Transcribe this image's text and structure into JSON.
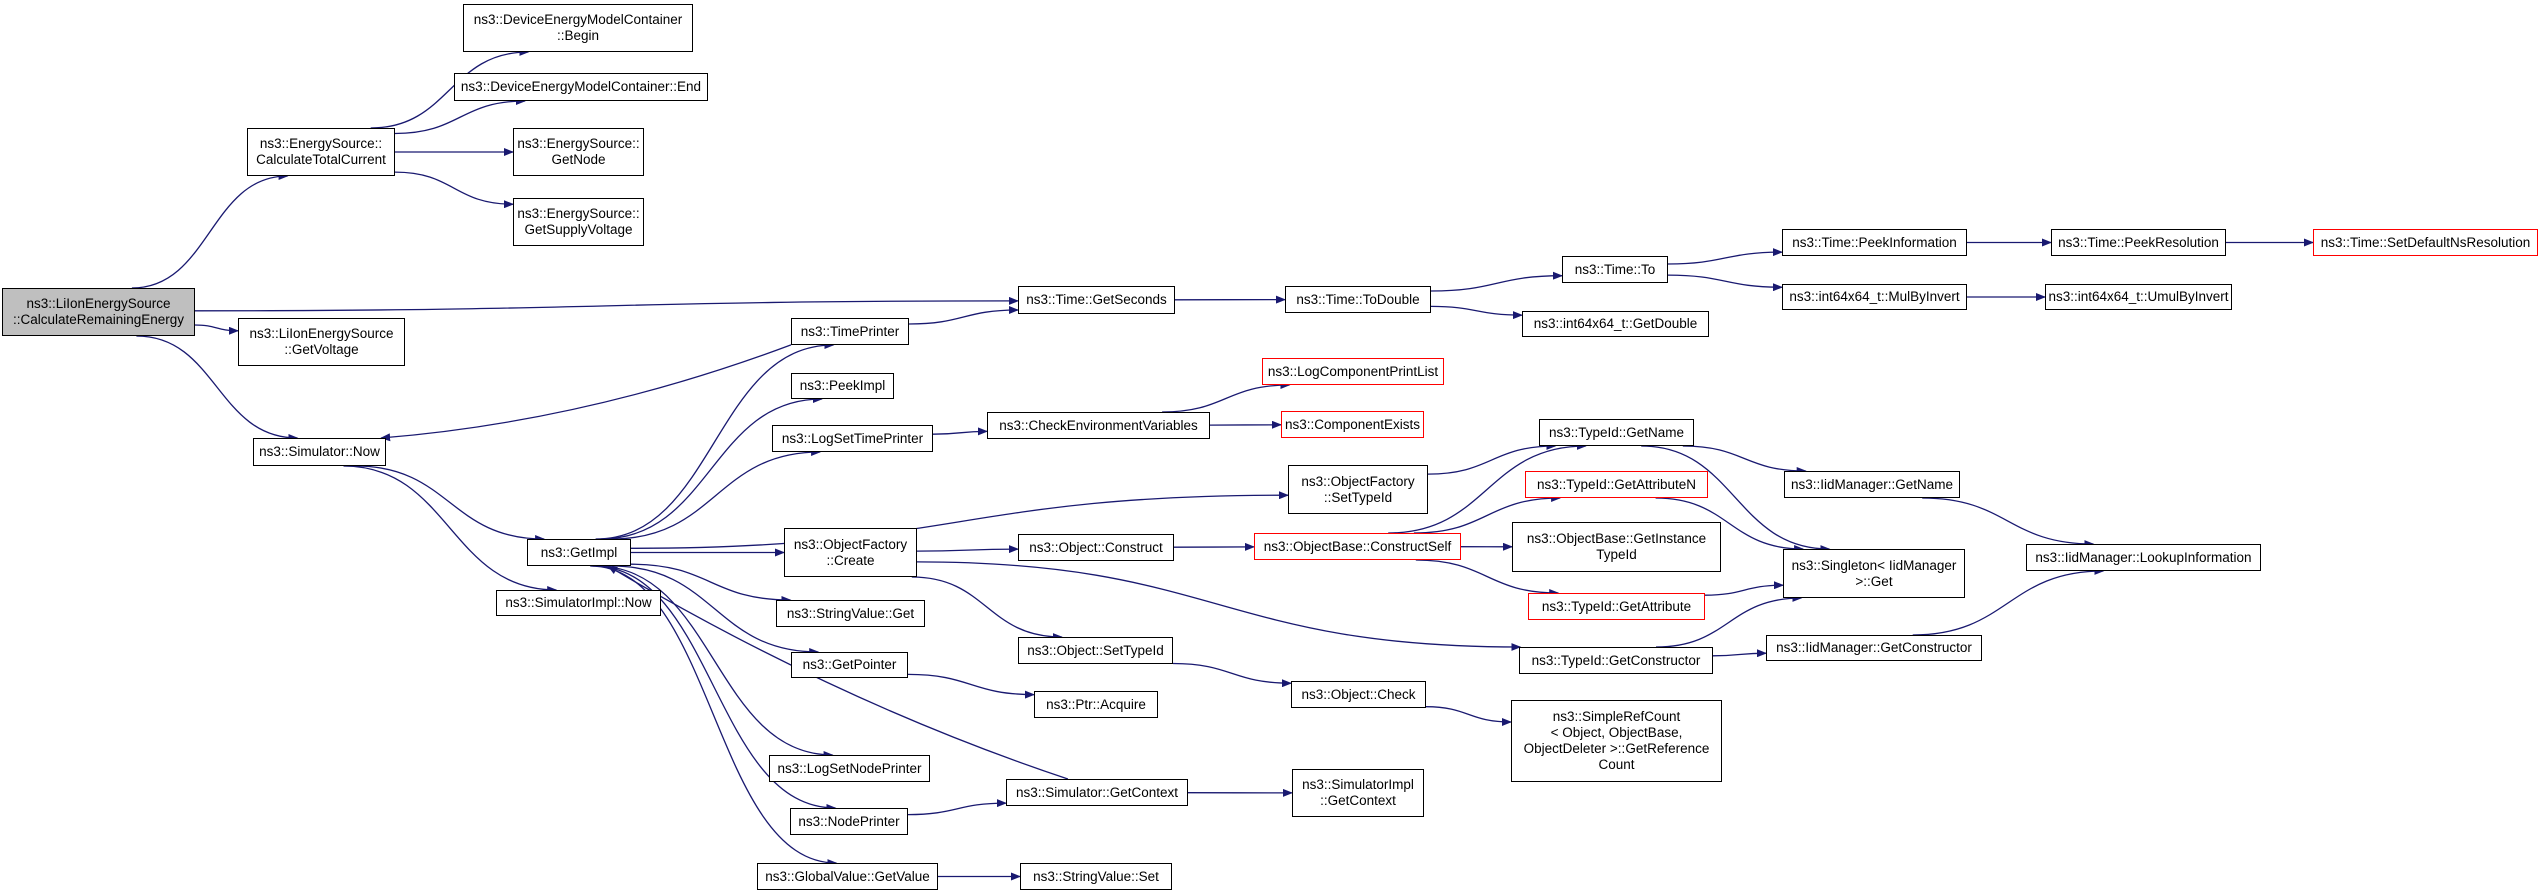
{
  "graph": {
    "root_id": "n0",
    "colors": {
      "edge": "#191970",
      "node_border": "#000000",
      "truncated_border": "#ff0000",
      "root_fill": "#bfbfbf"
    },
    "nodes": [
      {
        "id": "n0",
        "name": "node-lilon-calculate-remaining-energy",
        "label": "ns3::LiIonEnergySource\n::CalculateRemainingEnergy"
      },
      {
        "id": "n1",
        "name": "node-energysource-calculate-total-current",
        "label": "ns3::EnergySource::\nCalculateTotalCurrent"
      },
      {
        "id": "n2",
        "name": "node-lilon-get-voltage",
        "label": "ns3::LiIonEnergySource\n::GetVoltage"
      },
      {
        "id": "n3",
        "name": "node-simulator-now",
        "label": "ns3::Simulator::Now"
      },
      {
        "id": "n4",
        "name": "node-devicecontainer-begin",
        "label": "ns3::DeviceEnergyModelContainer\n::Begin"
      },
      {
        "id": "n5",
        "name": "node-devicecontainer-end",
        "label": "ns3::DeviceEnergyModelContainer::End"
      },
      {
        "id": "n6",
        "name": "node-energysource-get-node",
        "label": "ns3::EnergySource::\nGetNode"
      },
      {
        "id": "n7",
        "name": "node-energysource-get-supply-voltage",
        "label": "ns3::EnergySource::\nGetSupplyVoltage"
      },
      {
        "id": "n8",
        "name": "node-time-get-seconds",
        "label": "ns3::Time::GetSeconds"
      },
      {
        "id": "n9",
        "name": "node-get-impl",
        "label": "ns3::GetImpl"
      },
      {
        "id": "n10",
        "name": "node-simulatorimpl-now",
        "label": "ns3::SimulatorImpl::Now"
      },
      {
        "id": "n11",
        "name": "node-time-printer",
        "label": "ns3::TimePrinter"
      },
      {
        "id": "n12",
        "name": "node-peek-impl",
        "label": "ns3::PeekImpl"
      },
      {
        "id": "n13",
        "name": "node-log-set-time-printer",
        "label": "ns3::LogSetTimePrinter"
      },
      {
        "id": "n14",
        "name": "node-objectfactory-create",
        "label": "ns3::ObjectFactory\n::Create"
      },
      {
        "id": "n15",
        "name": "node-stringvalue-get",
        "label": "ns3::StringValue::Get"
      },
      {
        "id": "n16",
        "name": "node-get-pointer",
        "label": "ns3::GetPointer"
      },
      {
        "id": "n17",
        "name": "node-log-set-node-printer",
        "label": "ns3::LogSetNodePrinter"
      },
      {
        "id": "n18",
        "name": "node-node-printer",
        "label": "ns3::NodePrinter"
      },
      {
        "id": "n19",
        "name": "node-globalvalue-get-value",
        "label": "ns3::GlobalValue::GetValue"
      },
      {
        "id": "n20",
        "name": "node-time-to-double",
        "label": "ns3::Time::ToDouble"
      },
      {
        "id": "n21",
        "name": "node-check-environment-variables",
        "label": "ns3::CheckEnvironmentVariables"
      },
      {
        "id": "n22",
        "name": "node-objectfactory-set-typeid",
        "label": "ns3::ObjectFactory\n::SetTypeId"
      },
      {
        "id": "n23",
        "name": "node-object-construct",
        "label": "ns3::Object::Construct"
      },
      {
        "id": "n24",
        "name": "node-object-set-typeid",
        "label": "ns3::Object::SetTypeId"
      },
      {
        "id": "n25",
        "name": "node-ptr-acquire",
        "label": "ns3::Ptr::Acquire"
      },
      {
        "id": "n26",
        "name": "node-simulator-get-context",
        "label": "ns3::Simulator::GetContext"
      },
      {
        "id": "n27",
        "name": "node-stringvalue-set",
        "label": "ns3::StringValue::Set"
      },
      {
        "id": "n28",
        "name": "node-time-to",
        "label": "ns3::Time::To"
      },
      {
        "id": "n29",
        "name": "node-int64x64-get-double",
        "label": "ns3::int64x64_t::GetDouble"
      },
      {
        "id": "n30",
        "name": "node-log-component-print-list",
        "label": "ns3::LogComponentPrintList",
        "truncated": true
      },
      {
        "id": "n31",
        "name": "node-component-exists",
        "label": "ns3::ComponentExists",
        "truncated": true
      },
      {
        "id": "n32",
        "name": "node-objectbase-construct-self",
        "label": "ns3::ObjectBase::ConstructSelf",
        "truncated": true
      },
      {
        "id": "n33",
        "name": "node-object-check",
        "label": "ns3::Object::Check"
      },
      {
        "id": "n34",
        "name": "node-simulatorimpl-get-context",
        "label": "ns3::SimulatorImpl\n::GetContext"
      },
      {
        "id": "n35",
        "name": "node-time-peek-information",
        "label": "ns3::Time::PeekInformation"
      },
      {
        "id": "n36",
        "name": "node-int64x64-mul-by-invert",
        "label": "ns3::int64x64_t::MulByInvert"
      },
      {
        "id": "n37",
        "name": "node-typeid-get-name",
        "label": "ns3::TypeId::GetName"
      },
      {
        "id": "n38",
        "name": "node-typeid-get-attribute-n",
        "label": "ns3::TypeId::GetAttributeN",
        "truncated": true
      },
      {
        "id": "n39",
        "name": "node-objectbase-get-instance-typeid",
        "label": "ns3::ObjectBase::GetInstance\nTypeId"
      },
      {
        "id": "n40",
        "name": "node-typeid-get-attribute",
        "label": "ns3::TypeId::GetAttribute",
        "truncated": true
      },
      {
        "id": "n41",
        "name": "node-typeid-get-constructor",
        "label": "ns3::TypeId::GetConstructor"
      },
      {
        "id": "n42",
        "name": "node-simplerefcount-get-reference-count",
        "label": "ns3::SimpleRefCount\n< Object, ObjectBase,\nObjectDeleter >::GetReference\nCount"
      },
      {
        "id": "n43",
        "name": "node-time-peek-resolution",
        "label": "ns3::Time::PeekResolution"
      },
      {
        "id": "n44",
        "name": "node-int64x64-umul-by-invert",
        "label": "ns3::int64x64_t::UmulByInvert"
      },
      {
        "id": "n45",
        "name": "node-iidmanager-get-name",
        "label": "ns3::IidManager::GetName"
      },
      {
        "id": "n46",
        "name": "node-singleton-iidmanager-get",
        "label": "ns3::Singleton< IidManager\n>::Get"
      },
      {
        "id": "n47",
        "name": "node-iidmanager-get-constructor",
        "label": "ns3::IidManager::GetConstructor"
      },
      {
        "id": "n48",
        "name": "node-time-set-default-ns-resolution",
        "label": "ns3::Time::SetDefaultNsResolution",
        "truncated": true
      },
      {
        "id": "n49",
        "name": "node-iidmanager-lookup-information",
        "label": "ns3::IidManager::LookupInformation"
      }
    ],
    "edges": [
      [
        "n0",
        "n1"
      ],
      [
        "n0",
        "n8"
      ],
      [
        "n0",
        "n2"
      ],
      [
        "n0",
        "n3"
      ],
      [
        "n1",
        "n4"
      ],
      [
        "n1",
        "n5"
      ],
      [
        "n1",
        "n6"
      ],
      [
        "n1",
        "n7"
      ],
      [
        "n3",
        "n9"
      ],
      [
        "n3",
        "n10"
      ],
      [
        "n9",
        "n11"
      ],
      [
        "n9",
        "n12"
      ],
      [
        "n9",
        "n13"
      ],
      [
        "n9",
        "n14"
      ],
      [
        "n9",
        "n15"
      ],
      [
        "n9",
        "n16"
      ],
      [
        "n9",
        "n17"
      ],
      [
        "n9",
        "n18"
      ],
      [
        "n9",
        "n19"
      ],
      [
        "n9",
        "n22"
      ],
      [
        "n11",
        "n3"
      ],
      [
        "n11",
        "n8"
      ],
      [
        "n13",
        "n21"
      ],
      [
        "n14",
        "n23"
      ],
      [
        "n14",
        "n24"
      ],
      [
        "n14",
        "n41"
      ],
      [
        "n16",
        "n25"
      ],
      [
        "n18",
        "n26"
      ],
      [
        "n19",
        "n27"
      ],
      [
        "n26",
        "n9"
      ],
      [
        "n26",
        "n34"
      ],
      [
        "n8",
        "n20"
      ],
      [
        "n20",
        "n28"
      ],
      [
        "n20",
        "n29"
      ],
      [
        "n21",
        "n30"
      ],
      [
        "n21",
        "n31"
      ],
      [
        "n22",
        "n37"
      ],
      [
        "n23",
        "n32"
      ],
      [
        "n24",
        "n33"
      ],
      [
        "n33",
        "n42"
      ],
      [
        "n28",
        "n35"
      ],
      [
        "n28",
        "n36"
      ],
      [
        "n35",
        "n43"
      ],
      [
        "n43",
        "n48"
      ],
      [
        "n36",
        "n44"
      ],
      [
        "n32",
        "n37"
      ],
      [
        "n32",
        "n38"
      ],
      [
        "n32",
        "n39"
      ],
      [
        "n32",
        "n40"
      ],
      [
        "n37",
        "n45"
      ],
      [
        "n37",
        "n46"
      ],
      [
        "n38",
        "n46"
      ],
      [
        "n40",
        "n46"
      ],
      [
        "n41",
        "n46"
      ],
      [
        "n41",
        "n47"
      ],
      [
        "n45",
        "n49"
      ],
      [
        "n47",
        "n49"
      ]
    ]
  }
}
